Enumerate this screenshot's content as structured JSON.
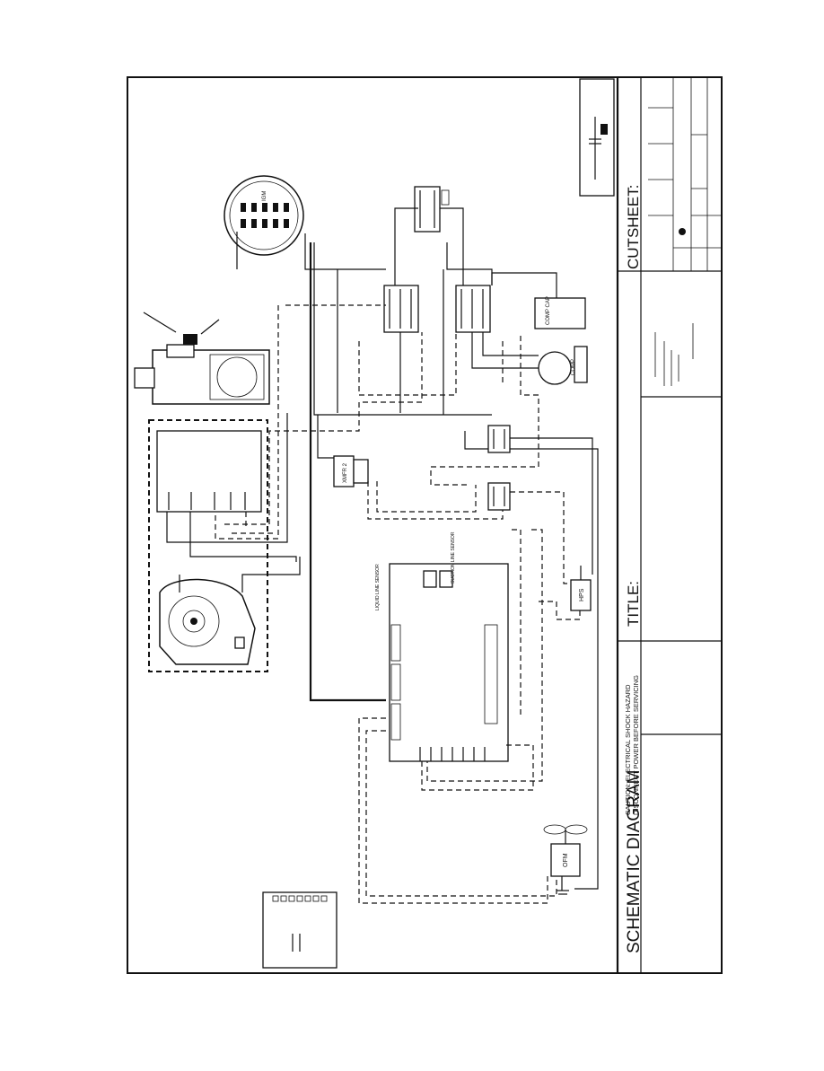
{
  "title_block": {
    "schematic_title": "SCHEMATIC DIAGRAM",
    "title_label": "TITLE:",
    "cutsheet_label": "CUTSHEET:",
    "caution_line1": "CAUTION: ELECTRICAL SHOCK HAZARD",
    "caution_line2": "DISCONNECT POWER BEFORE SERVICING"
  },
  "components": {
    "igm_label": "IGM",
    "transformer_label": "XMFR 2",
    "comp_cap_label": "COMP CAP",
    "comp_label": "COMP",
    "hps_label": "HPS",
    "ofm_label": "OFM",
    "liquid_line_sensor": "LIQUID LINE SENSOR",
    "suction_line_sensor": "SUCTION LINE SENSOR"
  }
}
